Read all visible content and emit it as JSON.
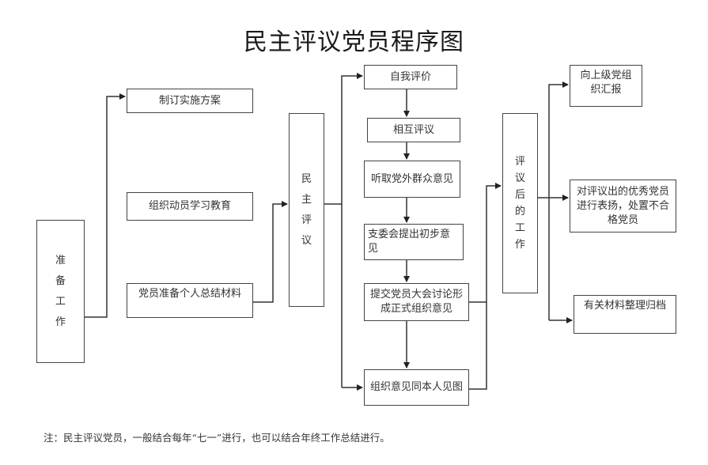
{
  "title": "民主评议党员程序图",
  "stages": {
    "prepare": {
      "label": "准备工作",
      "chars": [
        "准",
        "备",
        "工",
        "作"
      ]
    },
    "evaluate": {
      "label": "民主评议",
      "chars": [
        "民",
        "主",
        "评",
        "议"
      ]
    },
    "after": {
      "label": "评议后的工作",
      "chars": [
        "评",
        "议",
        "后",
        "的",
        "工",
        "作"
      ]
    }
  },
  "prepare_steps": [
    "制订实施方案",
    "组织动员学习教育",
    "党员准备个人总结材料"
  ],
  "evaluate_steps": [
    "自我评价",
    "相互评议",
    "听取党外群众意见",
    "支委会提出初步意见",
    "提交党员大会讨论形成正式组织意见",
    "组织意见同本人见图"
  ],
  "after_steps": [
    "向上级党组织汇报",
    "对评议出的优秀党员进行表扬，处置不合格党员",
    "有关材料整理归档"
  ],
  "footnote": "注：民主评议党员，一般结合每年“七一”进行，也可以结合年终工作总结进行。"
}
